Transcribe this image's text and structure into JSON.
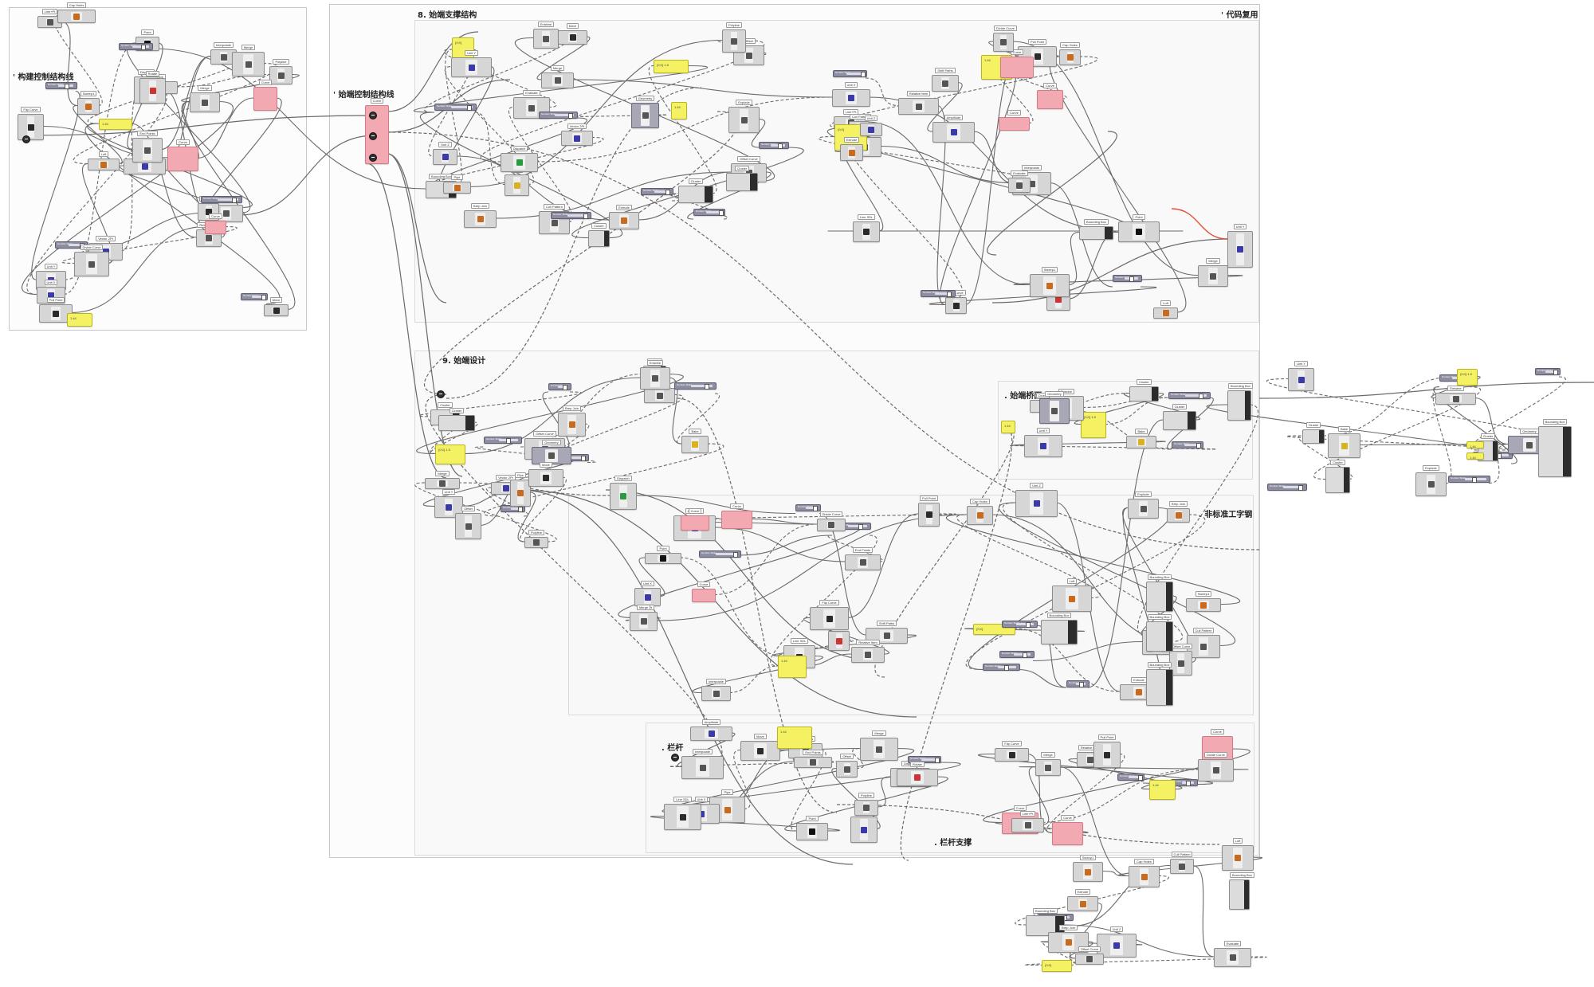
{
  "groups": {
    "top_left": "' 构建控制结构线",
    "middle_left": "' 始端控制结构线",
    "s8": "8. 始端支撑结构",
    "code_reuse": "' 代码复用",
    "s9": "9. 始端设计",
    "bridge": ". 始端桥面",
    "ibeam": ". 非标准工字钢",
    "railing": ". 栏杆",
    "railing_support": ". 栏杆支撑"
  },
  "colors": {
    "canvas": "#ffffff",
    "group_border": "#c8c8c8",
    "node_fill": "#d6d6d6",
    "slider_fill": "#8e8ea2",
    "panel_fill": "#f4f263",
    "hub_fill": "#f3a9b1",
    "wire": "#6a6a6a",
    "highlight_wire": "#e0533a"
  },
  "nodes": [
    {
      "n": "Number Slider",
      "t": "slider"
    },
    {
      "n": "Unit Y",
      "t": "std",
      "g": "#3a3aa8"
    },
    {
      "n": "Vector 2Pt",
      "t": "std",
      "g": "#3a3aa8"
    },
    {
      "n": "Pipe",
      "t": "std",
      "g": "#c96b1e"
    },
    {
      "n": "Offset",
      "t": "std",
      "g": "#555"
    },
    {
      "n": "Move",
      "t": "std",
      "g": "#2b2b2b"
    },
    {
      "n": "Polyline",
      "t": "std",
      "g": "#555"
    },
    {
      "n": "Merge",
      "t": "std",
      "g": "#555"
    },
    {
      "n": "Dispatch",
      "t": "std",
      "g": "#2b9940"
    },
    {
      "n": "Number Slider",
      "t": "slider"
    },
    {
      "n": "Unit X",
      "t": "std",
      "g": "#3a3aa8"
    },
    {
      "n": "Rotate",
      "t": "std",
      "g": "#c33"
    },
    {
      "n": "Shift Paths",
      "t": "std",
      "g": "#555"
    },
    {
      "n": "Point",
      "t": "std",
      "g": "#111"
    },
    {
      "n": "Line SDL",
      "t": "std",
      "g": "#2b2b2b"
    },
    {
      "n": "Amplitude",
      "t": "std",
      "g": "#3a3aa8"
    },
    {
      "n": "End Points",
      "t": "std",
      "g": "#555"
    },
    {
      "n": "Interpolate",
      "t": "std",
      "g": "#555"
    },
    {
      "n": "Number Slider",
      "t": "slider"
    },
    {
      "n": "Number Slider",
      "t": "slider"
    },
    {
      "n": "Panel",
      "t": "panel",
      "v": "1.44"
    },
    {
      "n": "Relative Item",
      "t": "std",
      "g": "#555"
    },
    {
      "n": "Flip Curve",
      "t": "std",
      "g": "#2b2b2b"
    },
    {
      "n": "Pull Point",
      "t": "std",
      "g": "#2b2b2b"
    },
    {
      "n": "Curve",
      "t": "pink"
    },
    {
      "n": "Curve",
      "t": "pink"
    },
    {
      "n": "Curve",
      "t": "pink"
    },
    {
      "n": "Divide Curve",
      "t": "std",
      "g": "#555"
    },
    {
      "n": "Line+Pt",
      "t": "std",
      "g": "#555"
    },
    {
      "n": "Merge",
      "t": "std",
      "g": "#555"
    },
    {
      "n": "Loft",
      "t": "std",
      "g": "#c96b1e"
    },
    {
      "n": "Sweep1",
      "t": "std",
      "g": "#c96b1e"
    },
    {
      "n": "Cap Holes",
      "t": "std",
      "g": "#c96b1e"
    },
    {
      "n": "Number Slider",
      "t": "slider"
    },
    {
      "n": "Bounding Box",
      "t": "black"
    },
    {
      "n": "Cull Pattern",
      "t": "std",
      "g": "#555"
    },
    {
      "n": "Evaluate",
      "t": "std",
      "g": "#555"
    },
    {
      "n": "Panel",
      "t": "panel",
      "v": "{0;0}"
    },
    {
      "n": "Unit Z",
      "t": "std",
      "g": "#3a3aa8"
    },
    {
      "n": "Extrude",
      "t": "std",
      "g": "#c96b1e"
    },
    {
      "n": "Brep Join",
      "t": "std",
      "g": "#c96b1e"
    },
    {
      "n": "Offset Curve",
      "t": "std",
      "g": "#555"
    },
    {
      "n": "Explode",
      "t": "std",
      "g": "#555"
    },
    {
      "n": "Number Slider",
      "t": "slider"
    },
    {
      "n": "Number Slider",
      "t": "slider"
    },
    {
      "n": "Number Slider",
      "t": "slider"
    },
    {
      "n": "Cluster",
      "t": "black"
    },
    {
      "n": "Cluster",
      "t": "black"
    },
    {
      "n": "Cluster",
      "t": "black"
    },
    {
      "n": "Panel",
      "t": "panel",
      "v": "{0;0} 1.5"
    },
    {
      "n": "Entwine",
      "t": "std",
      "g": "#555"
    },
    {
      "n": "Number Slider",
      "t": "slider"
    },
    {
      "n": "Bake",
      "t": "std",
      "g": "#d9b222"
    },
    {
      "n": "Geometry",
      "t": "dark"
    }
  ]
}
